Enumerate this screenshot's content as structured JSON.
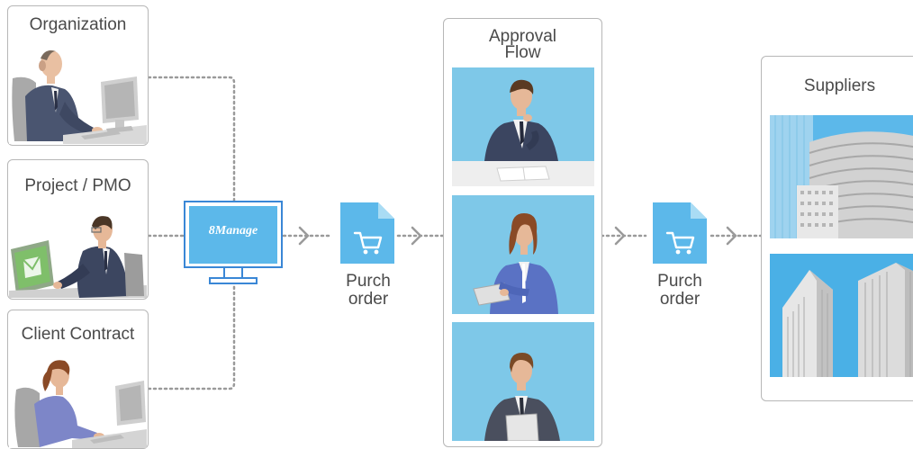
{
  "sources": [
    {
      "id": "organization",
      "label": "Organization",
      "icon": "office-man-computer-icon"
    },
    {
      "id": "project",
      "label": "Project / PMO",
      "icon": "man-green-monitor-icon"
    },
    {
      "id": "client",
      "label": "Client Contract",
      "icon": "woman-computer-icon"
    }
  ],
  "system": {
    "logo_text": "8Manage",
    "icon": "monitor-icon"
  },
  "purchase_order": {
    "line1": "Purch",
    "line2": "order",
    "icon": "cart-document-icon"
  },
  "approval": {
    "title_line1": "Approval",
    "title_line2": "Flow",
    "people": [
      "man-at-desk-icon",
      "woman-with-tablet-icon",
      "man-holding-tablet-icon"
    ]
  },
  "suppliers": {
    "title": "Suppliers",
    "buildings": [
      "round-tower-building-icon",
      "skyscrapers-icon"
    ]
  },
  "colors": {
    "accent_blue": "#7ec8e8",
    "frame_blue": "#3a87d6",
    "monitor_blue": "#5cb8ea",
    "connector_gray": "#9a9a9a",
    "border_gray": "#b7b7b7"
  }
}
